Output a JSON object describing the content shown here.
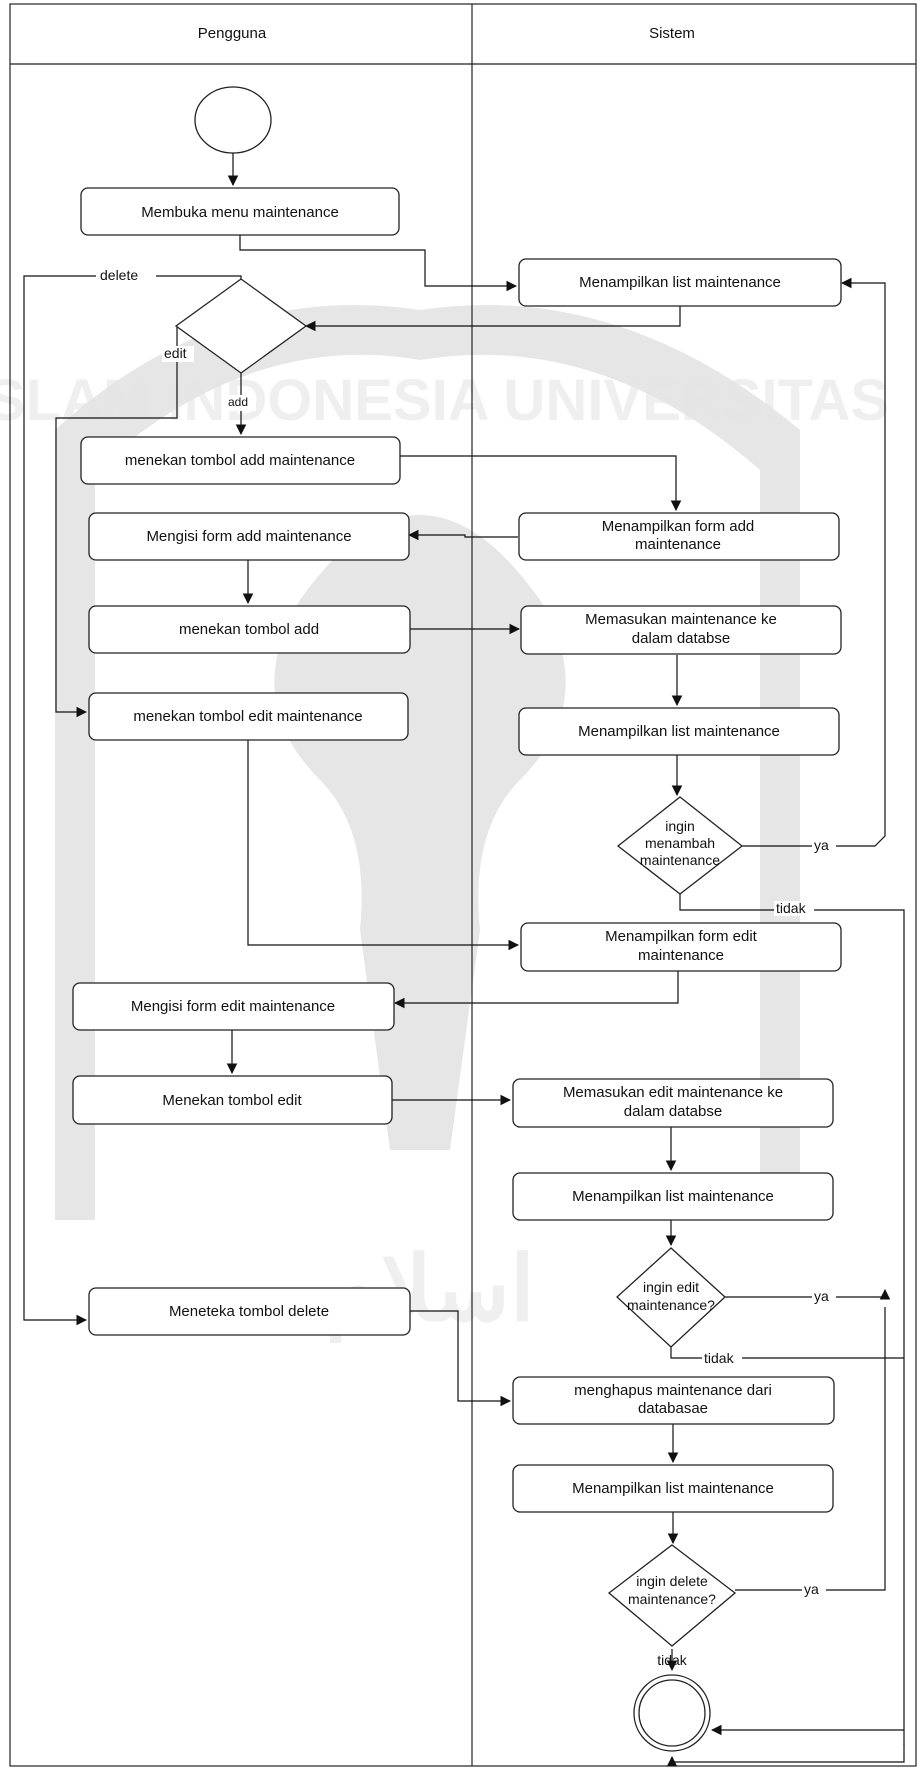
{
  "lanes": {
    "left": "Pengguna",
    "right": "Sistem"
  },
  "nodes": {
    "n1": "Membuka menu maintenance",
    "s1": "Menampilkan list maintenance",
    "n2": "menekan tombol add maintenance",
    "s2": [
      "Menampilkan form add",
      "maintenance"
    ],
    "n3": "Mengisi form add maintenance",
    "n4": "menekan tombol add",
    "s3": [
      "Memasukan maintenance ke",
      "dalam databse"
    ],
    "n5": "menekan tombol edit maintenance",
    "s4": "Menampilkan list maintenance",
    "d2": [
      "ingin",
      "menambah",
      "maintenance"
    ],
    "s5": [
      "Menampilkan form edit",
      "maintenance"
    ],
    "n6": "Mengisi form edit maintenance",
    "n7": "Menekan tombol edit",
    "s6": [
      "Memasukan edit maintenance ke",
      "dalam databse"
    ],
    "s7": "Menampilkan list maintenance",
    "d3": [
      "ingin edit",
      "maintenance?"
    ],
    "n8": "Meneteka tombol delete",
    "s8": [
      "menghapus maintenance dari",
      "databasae"
    ],
    "s9": "Menampilkan list maintenance",
    "d4": [
      "ingin delete",
      "maintenance?"
    ]
  },
  "edge_labels": {
    "delete": "delete",
    "edit": "edit",
    "add": "add",
    "ya1": "ya",
    "tidak1": "tidak",
    "ya2": "ya",
    "tidak2": "tidak",
    "ya3": "ya",
    "tidak3": "tidak"
  },
  "watermark": {
    "text": "ISLAM INDONESIA UNIVERSITAS",
    "seal_script": "اسلام"
  }
}
